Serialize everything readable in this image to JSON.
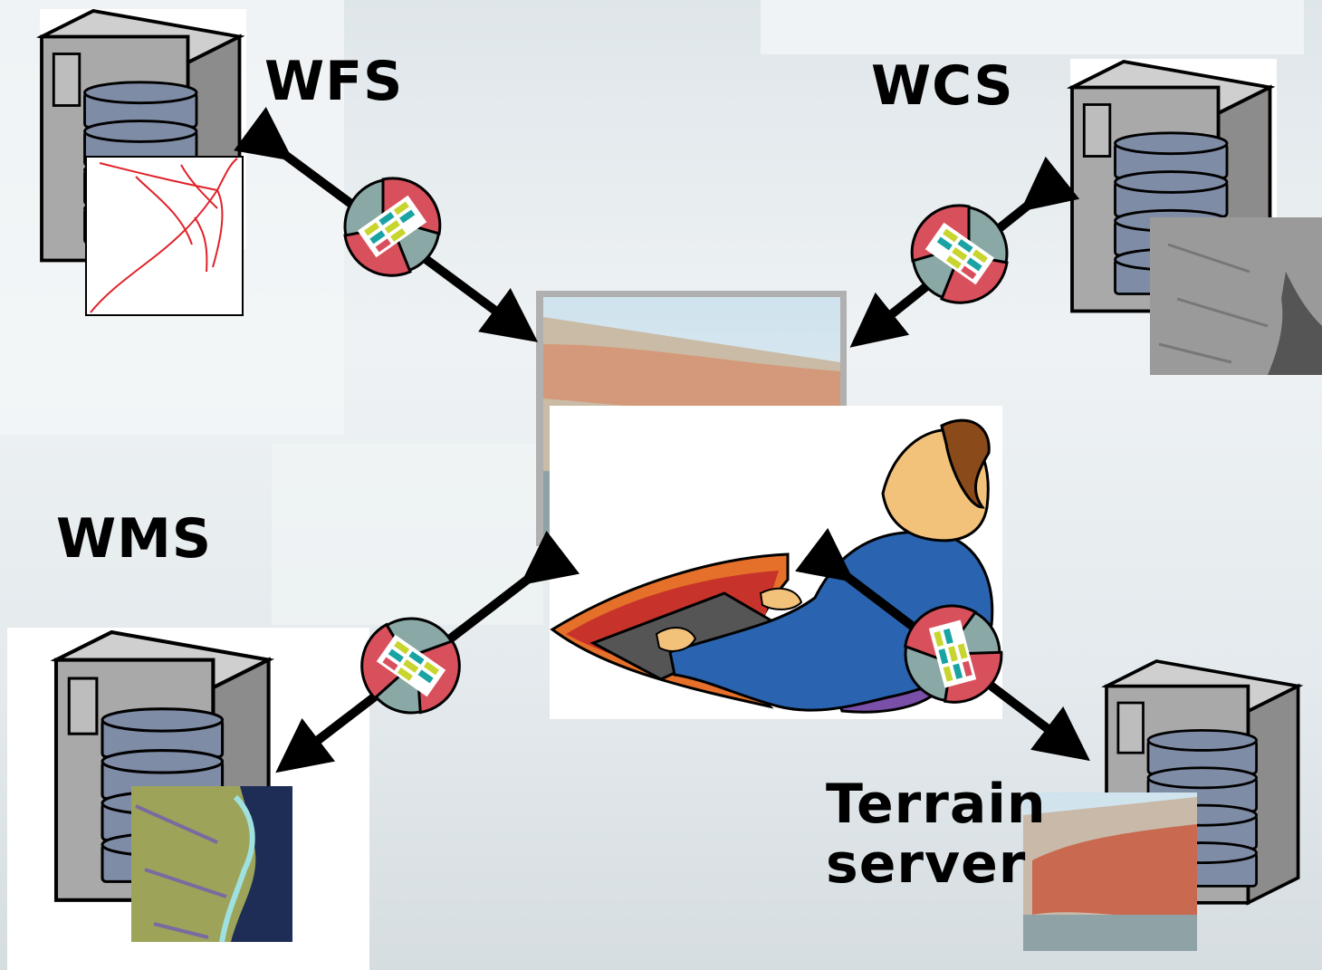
{
  "labels": {
    "wfs": "WFS",
    "wcs": "WCS",
    "wms": "WMS",
    "terrain_line1": "Terrain",
    "terrain_line2": "server"
  },
  "colors": {
    "arrow": "#000000",
    "server_body": "#a9a9a9",
    "disk": "#7f8ca6",
    "globe_red": "#d9505d",
    "globe_teal": "#8aa8a6",
    "road": "#e0222a",
    "terrain": "#c8553a"
  },
  "icons": [
    "server-icon",
    "database-icon",
    "globe-connector-icon",
    "user-at-computer-icon",
    "terrain-map-icon",
    "road-map-icon",
    "satellite-image-icon"
  ]
}
